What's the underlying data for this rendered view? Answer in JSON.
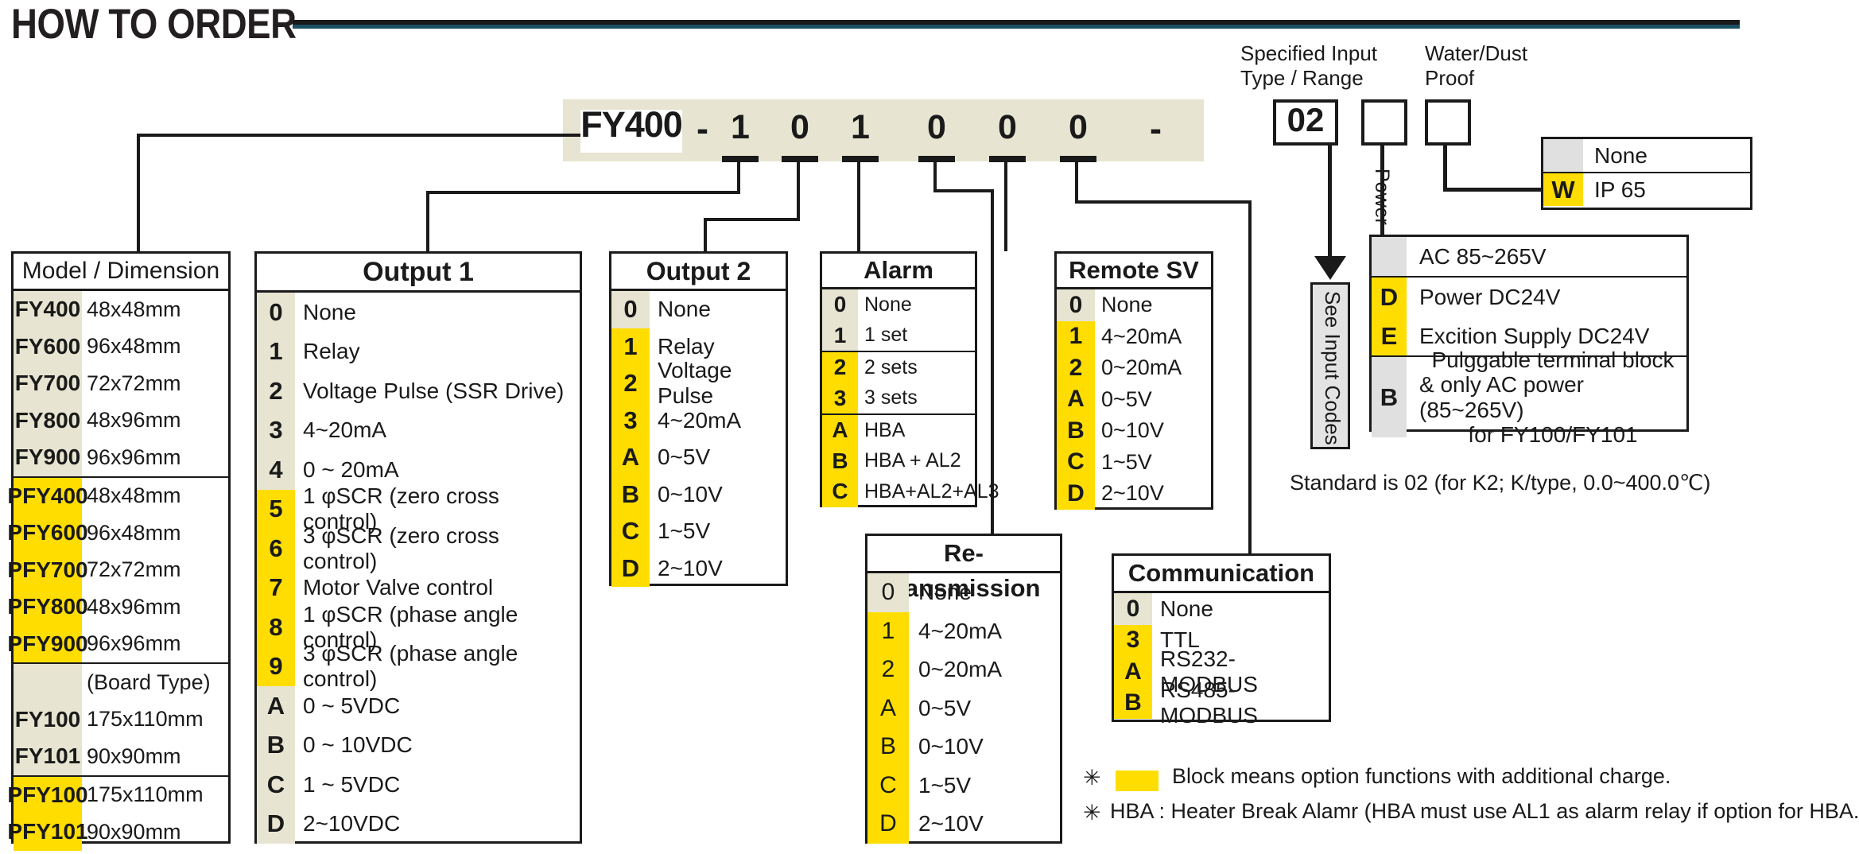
{
  "page": {
    "title": "HOW TO ORDER",
    "accent_rule_color": "#1b4f63",
    "highlight_yellow": "#FFDD00",
    "band_beige": "#E7E4D1",
    "gray": "#E0E0E0"
  },
  "model_code": {
    "model": "FY400",
    "separator1": "-",
    "digits": [
      "1",
      "0",
      "1",
      "0",
      "0",
      "0"
    ],
    "separator2": "-",
    "input_code": "02",
    "power_box": "",
    "waterdust_box": ""
  },
  "callouts": {
    "specified_input": "Specified Input\nType / Range",
    "specified_input_line1": "Specified Input",
    "specified_input_line2": "Type / Range",
    "water_dust": "Water/Dust",
    "water_dust_line2": "Proof",
    "power_label": "Power",
    "see_input_codes": "See Input Codes",
    "standard_note": "Standard is 02 (for K2; K/type, 0.0~400.0℃)"
  },
  "tables": {
    "model_dimension": {
      "header": "Model / Dimension",
      "rows": [
        {
          "code": "FY400",
          "desc": "48x48mm",
          "code_bg": "beige",
          "sep": false
        },
        {
          "code": "FY600",
          "desc": "96x48mm",
          "code_bg": "beige",
          "sep": false
        },
        {
          "code": "FY700",
          "desc": "72x72mm",
          "code_bg": "beige",
          "sep": false
        },
        {
          "code": "FY800",
          "desc": "48x96mm",
          "code_bg": "beige",
          "sep": false
        },
        {
          "code": "FY900",
          "desc": "96x96mm",
          "code_bg": "beige",
          "sep": false
        },
        {
          "code": "PFY400",
          "desc": "48x48mm",
          "code_bg": "yellow",
          "sep": true
        },
        {
          "code": "PFY600",
          "desc": "96x48mm",
          "code_bg": "yellow",
          "sep": false
        },
        {
          "code": "PFY700",
          "desc": "72x72mm",
          "code_bg": "yellow",
          "sep": false
        },
        {
          "code": "PFY800",
          "desc": "48x96mm",
          "code_bg": "yellow",
          "sep": false
        },
        {
          "code": "PFY900",
          "desc": "96x96mm",
          "code_bg": "yellow",
          "sep": false
        },
        {
          "code": "",
          "desc": "(Board Type)",
          "code_bg": "beige",
          "sep": true
        },
        {
          "code": "FY100",
          "desc": "175x110mm",
          "code_bg": "beige",
          "sep": false
        },
        {
          "code": "FY101",
          "desc": "90x90mm",
          "code_bg": "beige",
          "sep": false
        },
        {
          "code": "PFY100",
          "desc": "175x110mm",
          "code_bg": "yellow",
          "sep": true
        },
        {
          "code": "PFY101",
          "desc": "90x90mm",
          "code_bg": "yellow",
          "sep": false
        }
      ]
    },
    "output1": {
      "header": "Output 1",
      "rows": [
        {
          "code": "0",
          "desc": "None",
          "code_bg": "beige"
        },
        {
          "code": "1",
          "desc": "Relay",
          "code_bg": "beige"
        },
        {
          "code": "2",
          "desc": "Voltage Pulse (SSR Drive)",
          "code_bg": "beige"
        },
        {
          "code": "3",
          "desc": "4~20mA",
          "code_bg": "beige"
        },
        {
          "code": "4",
          "desc": "0 ~ 20mA",
          "code_bg": "beige"
        },
        {
          "code": "5",
          "desc": "1 φSCR (zero cross control)",
          "code_bg": "yellow"
        },
        {
          "code": "6",
          "desc": "3 φSCR (zero cross control)",
          "code_bg": "yellow"
        },
        {
          "code": "7",
          "desc": "Motor Valve control",
          "code_bg": "yellow"
        },
        {
          "code": "8",
          "desc": "1 φSCR (phase angle control)",
          "code_bg": "yellow"
        },
        {
          "code": "9",
          "desc": "3 φSCR (phase angle control)",
          "code_bg": "yellow"
        },
        {
          "code": "A",
          "desc": "0 ~ 5VDC",
          "code_bg": "beige"
        },
        {
          "code": "B",
          "desc": "0 ~ 10VDC",
          "code_bg": "beige"
        },
        {
          "code": "C",
          "desc": "1 ~ 5VDC",
          "code_bg": "beige"
        },
        {
          "code": "D",
          "desc": "2~10VDC",
          "code_bg": "beige"
        }
      ]
    },
    "output2": {
      "header": "Output 2",
      "rows": [
        {
          "code": "0",
          "desc": "None",
          "code_bg": "beige"
        },
        {
          "code": "1",
          "desc": "Relay",
          "code_bg": "yellow"
        },
        {
          "code": "2",
          "desc": "Voltage Pulse",
          "code_bg": "yellow"
        },
        {
          "code": "3",
          "desc": "4~20mA",
          "code_bg": "yellow"
        },
        {
          "code": "A",
          "desc": "0~5V",
          "code_bg": "yellow"
        },
        {
          "code": "B",
          "desc": "0~10V",
          "code_bg": "yellow"
        },
        {
          "code": "C",
          "desc": "1~5V",
          "code_bg": "yellow"
        },
        {
          "code": "D",
          "desc": "2~10V",
          "code_bg": "yellow"
        }
      ]
    },
    "alarm": {
      "header": "Alarm",
      "rows": [
        {
          "code": "0",
          "desc": "None",
          "code_bg": "beige",
          "sep": false
        },
        {
          "code": "1",
          "desc": "1 set",
          "code_bg": "beige",
          "sep": false
        },
        {
          "code": "2",
          "desc": "2 sets",
          "code_bg": "yellow",
          "sep": true
        },
        {
          "code": "3",
          "desc": "3 sets",
          "code_bg": "yellow",
          "sep": false
        },
        {
          "code": "A",
          "desc": "HBA",
          "code_bg": "yellow",
          "sep": true
        },
        {
          "code": "B",
          "desc": "HBA + AL2",
          "code_bg": "yellow",
          "sep": false
        },
        {
          "code": "C",
          "desc": "HBA+AL2+AL3",
          "code_bg": "yellow",
          "sep": false
        }
      ]
    },
    "remote_sv": {
      "header": "Remote SV",
      "rows": [
        {
          "code": "0",
          "desc": "None",
          "code_bg": "beige"
        },
        {
          "code": "1",
          "desc": "4~20mA",
          "code_bg": "yellow"
        },
        {
          "code": "2",
          "desc": "0~20mA",
          "code_bg": "yellow"
        },
        {
          "code": "A",
          "desc": "0~5V",
          "code_bg": "yellow"
        },
        {
          "code": "B",
          "desc": "0~10V",
          "code_bg": "yellow"
        },
        {
          "code": "C",
          "desc": "1~5V",
          "code_bg": "yellow"
        },
        {
          "code": "D",
          "desc": "2~10V",
          "code_bg": "yellow"
        }
      ]
    },
    "retransmission": {
      "header": "Re-transmission",
      "rows": [
        {
          "code": "0",
          "desc": "None",
          "code_bg": "beige"
        },
        {
          "code": "1",
          "desc": "4~20mA",
          "code_bg": "yellow"
        },
        {
          "code": "2",
          "desc": "0~20mA",
          "code_bg": "yellow"
        },
        {
          "code": "A",
          "desc": "0~5V",
          "code_bg": "yellow"
        },
        {
          "code": "B",
          "desc": "0~10V",
          "code_bg": "yellow"
        },
        {
          "code": "C",
          "desc": "1~5V",
          "code_bg": "yellow"
        },
        {
          "code": "D",
          "desc": "2~10V",
          "code_bg": "yellow"
        }
      ]
    },
    "communication": {
      "header": "Communication",
      "rows": [
        {
          "code": "0",
          "desc": "None",
          "code_bg": "beige"
        },
        {
          "code": "3",
          "desc": "TTL",
          "code_bg": "yellow"
        },
        {
          "code": "A",
          "desc": "RS232-MODBUS",
          "code_bg": "yellow"
        },
        {
          "code": "B",
          "desc": "RS485-MODBUS",
          "code_bg": "yellow"
        }
      ]
    },
    "power": {
      "rows": [
        {
          "code": "",
          "desc": "AC 85~265V",
          "code_bg": "gray",
          "sep": false
        },
        {
          "code": "D",
          "desc": "Power DC24V",
          "code_bg": "yellow",
          "sep": true
        },
        {
          "code": "E",
          "desc": "Excition Supply DC24V",
          "code_bg": "yellow",
          "sep": false
        },
        {
          "code": "B",
          "desc": "Pulggable terminal block\n& only AC power (85~265V)\nfor FY100/FY101",
          "code_bg": "gray",
          "sep": true
        }
      ],
      "b_line1": "Pulggable terminal block",
      "b_line2": "& only AC power (85~265V)",
      "b_line3": "for FY100/FY101"
    },
    "waterdust": {
      "rows": [
        {
          "code": "",
          "desc": "None",
          "code_bg": "gray",
          "sep": false
        },
        {
          "code": "W",
          "desc": "IP 65",
          "code_bg": "yellow",
          "sep": true
        }
      ]
    }
  },
  "notes": {
    "star": "✳",
    "note1_prefix": "",
    "note1": "Block means option functions with additional charge.",
    "note2": "HBA : Heater Break Alamr (HBA must use AL1 as alarm relay if option for HBA."
  }
}
